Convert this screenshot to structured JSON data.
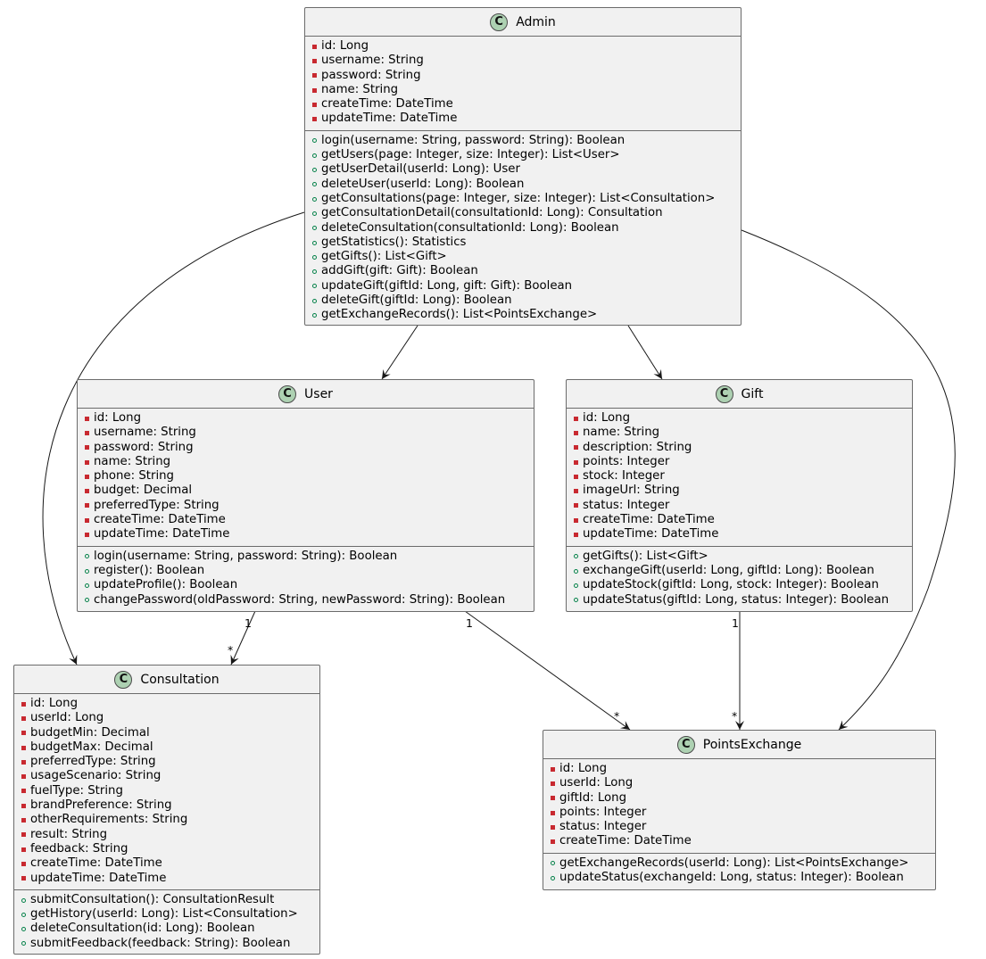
{
  "classes": {
    "admin": {
      "name": "Admin",
      "attributes": [
        "id: Long",
        "username: String",
        "password: String",
        "name: String",
        "createTime: DateTime",
        "updateTime: DateTime"
      ],
      "methods": [
        "login(username: String, password: String): Boolean",
        "getUsers(page: Integer, size: Integer): List<User>",
        "getUserDetail(userId: Long): User",
        "deleteUser(userId: Long): Boolean",
        "getConsultations(page: Integer, size: Integer): List<Consultation>",
        "getConsultationDetail(consultationId: Long): Consultation",
        "deleteConsultation(consultationId: Long): Boolean",
        "getStatistics(): Statistics",
        "getGifts(): List<Gift>",
        "addGift(gift: Gift): Boolean",
        "updateGift(giftId: Long, gift: Gift): Boolean",
        "deleteGift(giftId: Long): Boolean",
        "getExchangeRecords(): List<PointsExchange>"
      ]
    },
    "user": {
      "name": "User",
      "attributes": [
        "id: Long",
        "username: String",
        "password: String",
        "name: String",
        "phone: String",
        "budget: Decimal",
        "preferredType: String",
        "createTime: DateTime",
        "updateTime: DateTime"
      ],
      "methods": [
        "login(username: String, password: String): Boolean",
        "register(): Boolean",
        "updateProfile(): Boolean",
        "changePassword(oldPassword: String, newPassword: String): Boolean"
      ]
    },
    "gift": {
      "name": "Gift",
      "attributes": [
        "id: Long",
        "name: String",
        "description: String",
        "points: Integer",
        "stock: Integer",
        "imageUrl: String",
        "status: Integer",
        "createTime: DateTime",
        "updateTime: DateTime"
      ],
      "methods": [
        "getGifts(): List<Gift>",
        "exchangeGift(userId: Long, giftId: Long): Boolean",
        "updateStock(giftId: Long, stock: Integer): Boolean",
        "updateStatus(giftId: Long, status: Integer): Boolean"
      ]
    },
    "consultation": {
      "name": "Consultation",
      "attributes": [
        "id: Long",
        "userId: Long",
        "budgetMin: Decimal",
        "budgetMax: Decimal",
        "preferredType: String",
        "usageScenario: String",
        "fuelType: String",
        "brandPreference: String",
        "otherRequirements: String",
        "result: String",
        "feedback: String",
        "createTime: DateTime",
        "updateTime: DateTime"
      ],
      "methods": [
        "submitConsultation(): ConsultationResult",
        "getHistory(userId: Long): List<Consultation>",
        "deleteConsultation(id: Long): Boolean",
        "submitFeedback(feedback: String): Boolean"
      ]
    },
    "pointsexchange": {
      "name": "PointsExchange",
      "attributes": [
        "id: Long",
        "userId: Long",
        "giftId: Long",
        "points: Integer",
        "status: Integer",
        "createTime: DateTime"
      ],
      "methods": [
        "getExchangeRecords(userId: Long): List<PointsExchange>",
        "updateStatus(exchangeId: Long, status: Integer): Boolean"
      ]
    }
  },
  "class_icon_letter": "C",
  "multiplicities": {
    "user_consultation_source": "1",
    "user_consultation_target": "*",
    "user_pointsexchange_source": "1",
    "user_pointsexchange_target": "*",
    "gift_pointsexchange_source": "1",
    "gift_pointsexchange_target": "*"
  }
}
